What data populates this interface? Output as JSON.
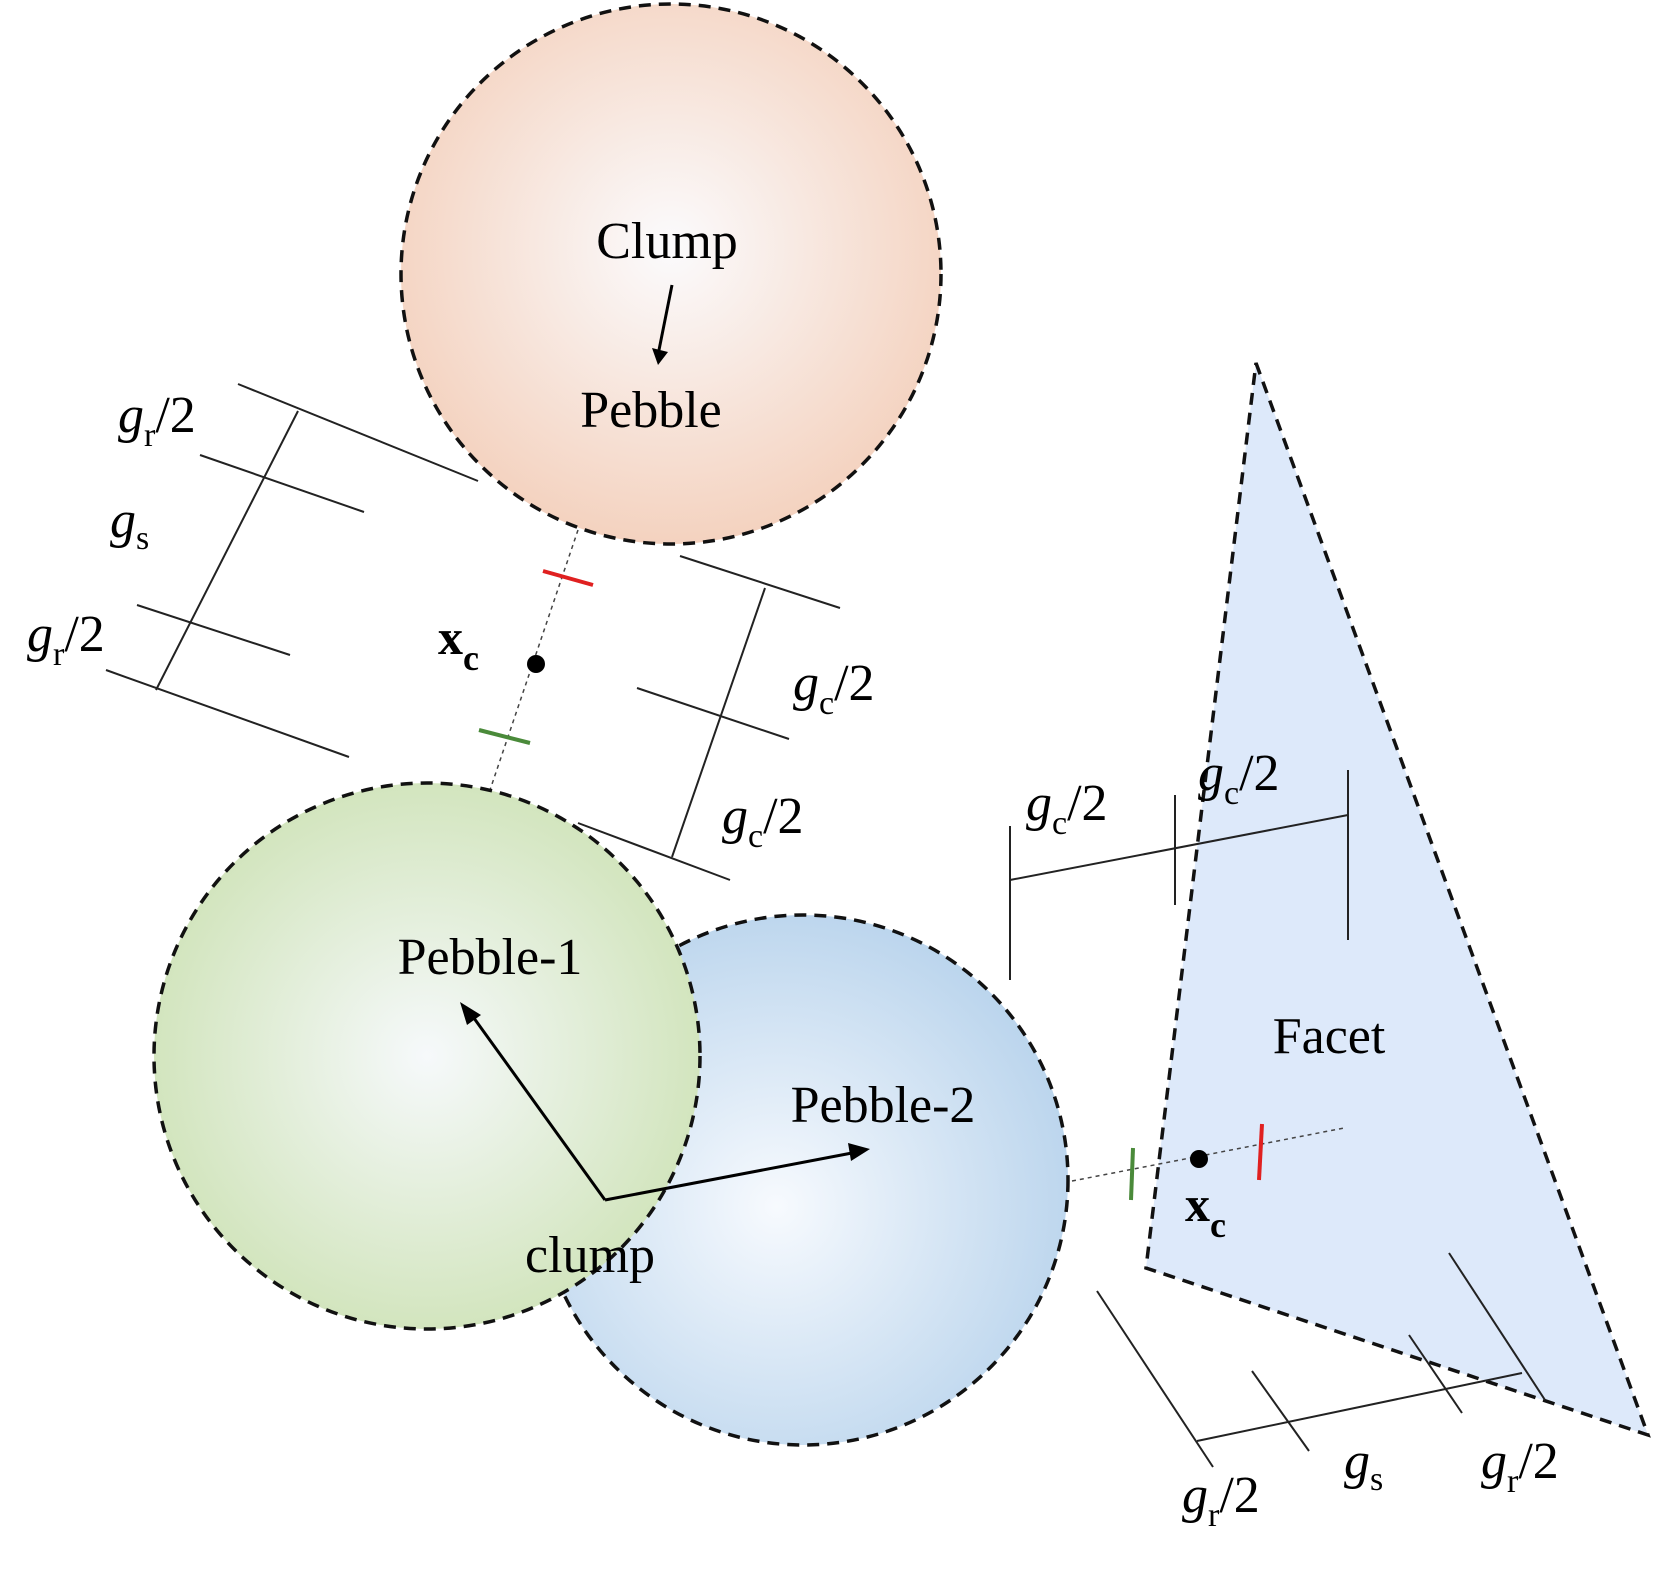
{
  "colors": {
    "clump_pebble_fill": "#f4d2bf",
    "pebble1_fill": "#cfe3b8",
    "pebble2_fill": "#b8d3ec",
    "facet_fill": "#dde9fa",
    "outline": "#111111",
    "inner_gap_mark": "#4a8a3a",
    "outer_gap_mark": "#e02020"
  },
  "labels": {
    "clump_top": "Clump",
    "pebble_top": "Pebble",
    "pebble1": "Pebble-1",
    "pebble2": "Pebble-2",
    "clump": "clump",
    "facet": "Facet"
  },
  "symbols": {
    "x": "x",
    "c": "c",
    "g": "g",
    "r": "r",
    "s": "s",
    "half": "/2"
  },
  "icons": [
    "arrow-down-icon",
    "arrow-to-pebble1-icon",
    "arrow-to-pebble2-icon",
    "contact-point-icon"
  ]
}
